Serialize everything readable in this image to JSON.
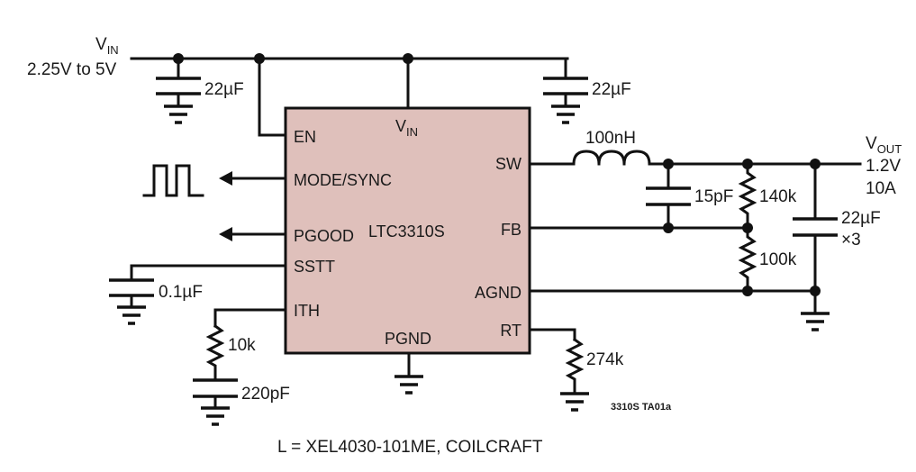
{
  "diagram": {
    "type": "schematic",
    "chip": {
      "part_number": "LTC3310S",
      "fill_color": "#dfc0bb",
      "pins": {
        "vin": {
          "main": "V",
          "sub": "IN"
        },
        "en": "EN",
        "mode_sync": "MODE/SYNC",
        "pgood": "PGOOD",
        "sstt": "SSTT",
        "ith": "ITH",
        "pgnd": "PGND",
        "sw": "SW",
        "fb": "FB",
        "agnd": "AGND",
        "rt": "RT"
      }
    },
    "input": {
      "label_main": "V",
      "label_sub": "IN",
      "range": "2.25V to 5V"
    },
    "output": {
      "label_main": "V",
      "label_sub": "OUT",
      "voltage": "1.2V",
      "current": "10A"
    },
    "components": {
      "c_in1": "22µF",
      "c_in2": "22µF",
      "inductor": "100nH",
      "c_ff": "15pF",
      "r_top": "140k",
      "r_bottom": "100k",
      "c_out": "22µF",
      "c_out_qty": "×3",
      "c_ss": "0.1µF",
      "r_ith": "10k",
      "c_ith": "220pF",
      "r_rt": "274k"
    },
    "figure_id": "3310S TA01a",
    "caption": "L = XEL4030-101ME, COILCRAFT"
  }
}
